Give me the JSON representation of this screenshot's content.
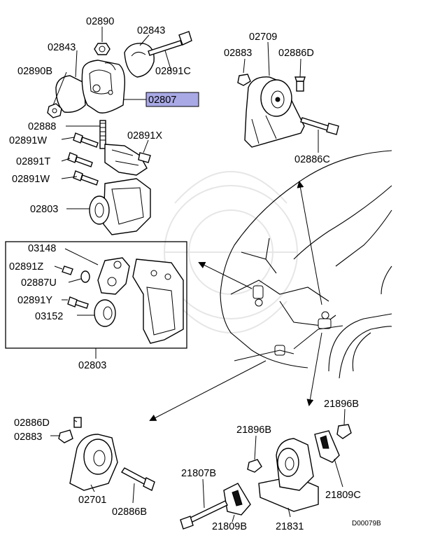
{
  "labels": {
    "l02890": "02890",
    "l02843a": "02843",
    "l02843b": "02843",
    "l02890b": "02890B",
    "l02891c": "02891C",
    "l02807": "02807",
    "l02888": "02888",
    "l02891x": "02891X",
    "l02891w_a": "02891W",
    "l02891t": "02891T",
    "l02891w_b": "02891W",
    "l02803_a": "02803",
    "l02709": "02709",
    "l02883_a": "02883",
    "l02886d_a": "02886D",
    "l02886c_a": "02886C",
    "l03148": "03148",
    "l02891z": "02891Z",
    "l02887u": "02887U",
    "l02891y": "02891Y",
    "l03152": "03152",
    "l02803_b": "02803",
    "l02886d_b": "02886D",
    "l02883_b": "02883",
    "l02701": "02701",
    "l02886b": "02886B",
    "l21896b_a": "21896B",
    "l21896b_b": "21896B",
    "l21807b": "21807B",
    "l21809b": "21809B",
    "l21831": "21831",
    "l21809c": "21809C",
    "code": "D00079B"
  },
  "colors": {
    "highlight": "#a9a9e6",
    "line": "#000000",
    "watermark": "#e6e6e6"
  },
  "highlighted_part": "02807"
}
